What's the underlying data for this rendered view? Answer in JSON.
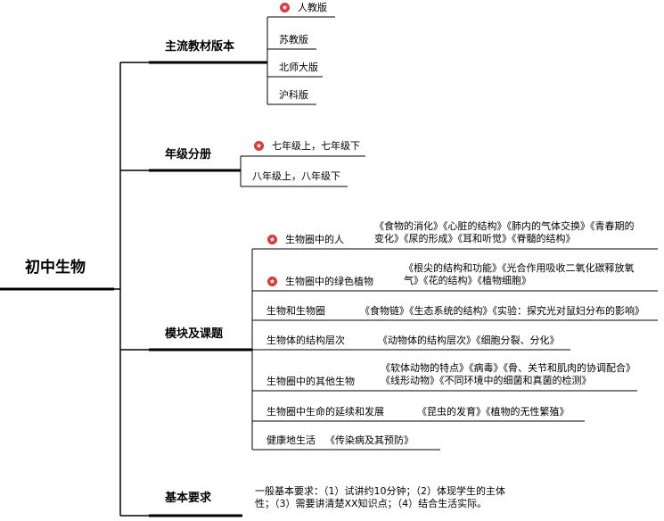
{
  "root": "初中生物",
  "colors": {
    "line": "#000000",
    "star": "#d93a3a"
  },
  "categories": {
    "textbook": {
      "label": "主流教材版本",
      "items": [
        "人教版",
        "苏教版",
        "北师大版",
        "沪科版"
      ],
      "starred_index": 0
    },
    "grade": {
      "label": "年级分册",
      "items": [
        "七年级上，七年级下",
        "八年级上，八年级下"
      ],
      "starred_index": 0
    },
    "modules": {
      "label": "模块及课题",
      "items": [
        {
          "name": "生物圈中的人",
          "topics": "《食物的消化》《心脏的结构》《肺内的气体交换》《青春期的变化》《尿的形成》《耳和听觉》《脊髓的结构》",
          "starred": true
        },
        {
          "name": "生物圈中的绿色植物",
          "topics": "《根尖的结构和功能》《光合作用吸收二氧化碳释放氧气》《花的结构》《植物细胞》",
          "starred": true
        },
        {
          "name": "生物和生物圈",
          "topics": "《食物链》《生态系统的结构》《实验：探究光对鼠妇分布的影响》",
          "starred": false
        },
        {
          "name": "生物体的结构层次",
          "topics": "《动物体的结构层次》《细胞分裂、分化》",
          "starred": false
        },
        {
          "name": "生物圈中的其他生物",
          "topics": "《软体动物的特点》《病毒》《骨、关节和肌肉的协调配合》《线形动物》《不同环境中的细菌和真菌的检测》",
          "starred": false
        },
        {
          "name": "生物圈中生命的延续和发展",
          "topics": "《昆虫的发育》《植物的无性繁殖》",
          "starred": false
        },
        {
          "name": "健康地生活",
          "topics": "《传染病及其预防》",
          "starred": false
        }
      ]
    },
    "requirements": {
      "label": "基本要求",
      "text": "一般基本要求：（1）试讲约10分钟；（2）体现学生的主体性；（3）需要讲清楚XX知识点；（4）结合生活实际。"
    }
  }
}
